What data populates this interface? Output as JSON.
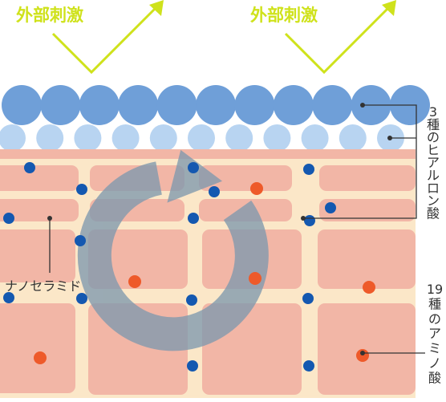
{
  "labels": {
    "stimulus_left": "外部刺激",
    "stimulus_right": "外部刺激",
    "ceramide": "ナノセラミド",
    "hyaluronic_chars": [
      "3",
      "種",
      "の",
      "ヒ",
      "ア",
      "ル",
      "ロ",
      "ン",
      "酸"
    ],
    "amino_chars": [
      "19",
      "種",
      "の",
      "ア",
      "ミ",
      "ノ",
      "酸"
    ]
  },
  "colors": {
    "background": "#ffffff",
    "stimulus": "#cfe21b",
    "outer_sphere": "#6f9fd8",
    "inner_sphere": "#b8d4f1",
    "cell_fill": "#f2b6a6",
    "matrix": "#fbe7c8",
    "ceramide_dot": "#1458b0",
    "amino_dot": "#ee5a2a",
    "cycle_arrow": "#7f99ae",
    "callout_line": "#333333"
  },
  "icons": {
    "stimulus_arrow": "deflect-check-arrow",
    "cycle": "circular-arrow"
  }
}
